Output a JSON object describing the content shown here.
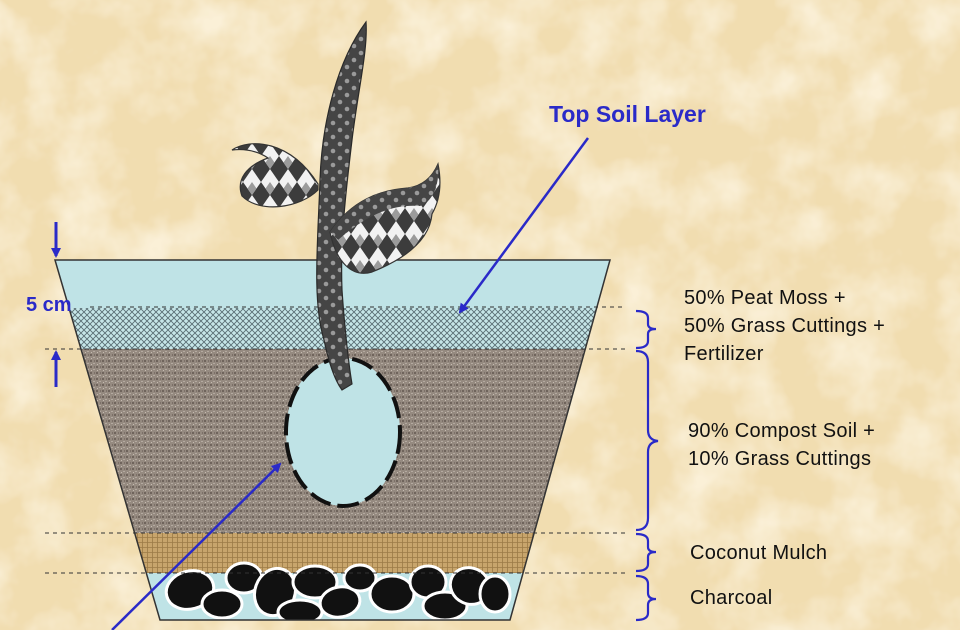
{
  "title": "Top Soil Layer",
  "depth_label": "5 cm",
  "layers": [
    {
      "lines": [
        "50% Peat Moss +",
        "50% Grass Cuttings +",
        "Fertilizer"
      ]
    },
    {
      "lines": [
        "90% Compost Soil +",
        "10% Grass Cuttings"
      ]
    },
    {
      "lines": [
        "Coconut Mulch"
      ]
    },
    {
      "lines": [
        "Charcoal"
      ]
    }
  ],
  "colors": {
    "background": "#f1ddb0",
    "accent": "#2a2ac8",
    "water": "#bfe3e6",
    "compost": "#8f8278",
    "mulch": "#c9a66b",
    "charcoal": "#111111",
    "plant": "#4a4a4a"
  }
}
